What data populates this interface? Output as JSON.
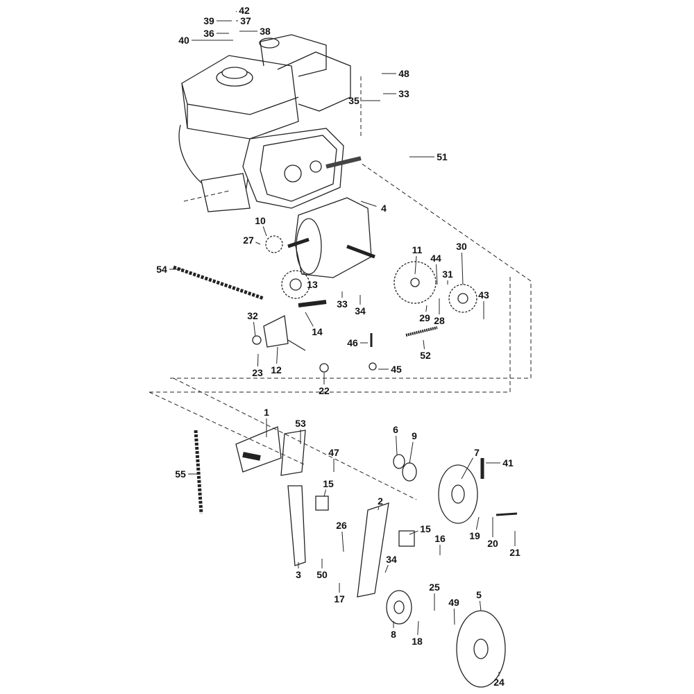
{
  "labels": [
    "42",
    "39",
    "37",
    "36",
    "38",
    "40",
    "48",
    "33",
    "35",
    "51",
    "4",
    "10",
    "27",
    "11",
    "44",
    "30",
    "31",
    "54",
    "13",
    "43",
    "33",
    "34",
    "29",
    "28",
    "32",
    "14",
    "46",
    "52",
    "12",
    "23",
    "45",
    "22",
    "1",
    "53",
    "6",
    "9",
    "7",
    "41",
    "47",
    "55",
    "15",
    "2",
    "26",
    "15",
    "16",
    "19",
    "20",
    "21",
    "3",
    "50",
    "34",
    "17",
    "25",
    "49",
    "5",
    "8",
    "18",
    "24"
  ]
}
